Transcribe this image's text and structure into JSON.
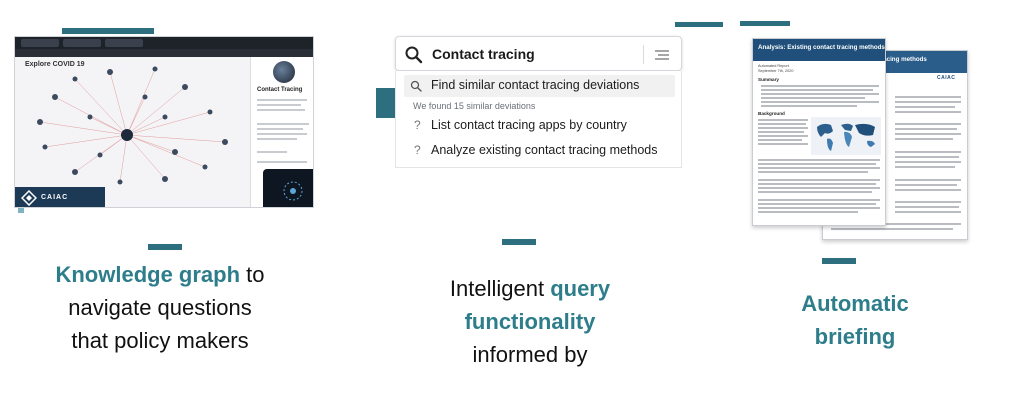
{
  "panel_knowledge_graph": {
    "app_title": "Explore COVID 19",
    "side_title": "Contact Tracing",
    "logo_text": "CAIAC",
    "caption": {
      "highlight": "Knowledge graph",
      "line1_rest": " to",
      "line2": "navigate questions",
      "line3": "that policy makers"
    }
  },
  "panel_query": {
    "search_value": "Contact tracing",
    "suggestions": [
      "Find similar contact tracing deviations",
      "List contact tracing apps by country",
      "Analyze existing contact tracing methods"
    ],
    "similar_note": "We found 15 similar deviations",
    "caption": {
      "line1_plain": "Intelligent ",
      "line1_highlight": "query",
      "line2_highlight": "functionality",
      "line3": "informed by"
    }
  },
  "panel_briefing": {
    "doc_title_front": "Analysis: Existing contact tracing methods",
    "doc_title_back": "contact tracing methods",
    "doc_sections": [
      "Summary",
      "Background"
    ],
    "doc_meta": [
      "Automated Report",
      "September 7th, 2020"
    ],
    "logo_text": "CAIAC",
    "caption": {
      "line1": "Automatic",
      "line2": "briefing"
    }
  },
  "colors": {
    "accent_teal": "#2d7d8a",
    "bar_teal": "#2d6f7f",
    "bar_teal_light": "#7fb3bf",
    "doc_header_blue": "#1f4f7a"
  }
}
